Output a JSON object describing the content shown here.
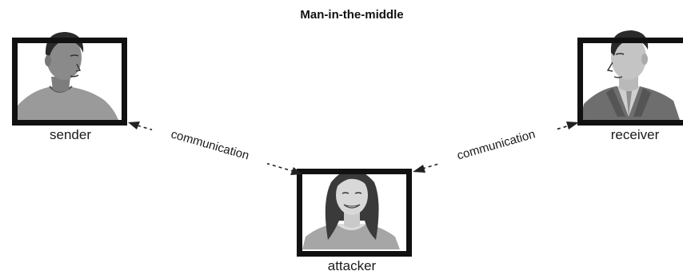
{
  "diagram": {
    "title": "Man-in-the-middle",
    "nodes": {
      "sender": {
        "label": "sender"
      },
      "receiver": {
        "label": "receiver"
      },
      "attacker": {
        "label": "attacker"
      }
    },
    "edges": [
      {
        "from": "sender",
        "to": "attacker",
        "label": "communication",
        "bidirectional": true
      },
      {
        "from": "attacker",
        "to": "receiver",
        "label": "communication",
        "bidirectional": true
      }
    ]
  },
  "colors": {
    "frame": "#111111",
    "figure_fill": "#9a9a9a",
    "hair_dark": "#2a2a2a"
  }
}
